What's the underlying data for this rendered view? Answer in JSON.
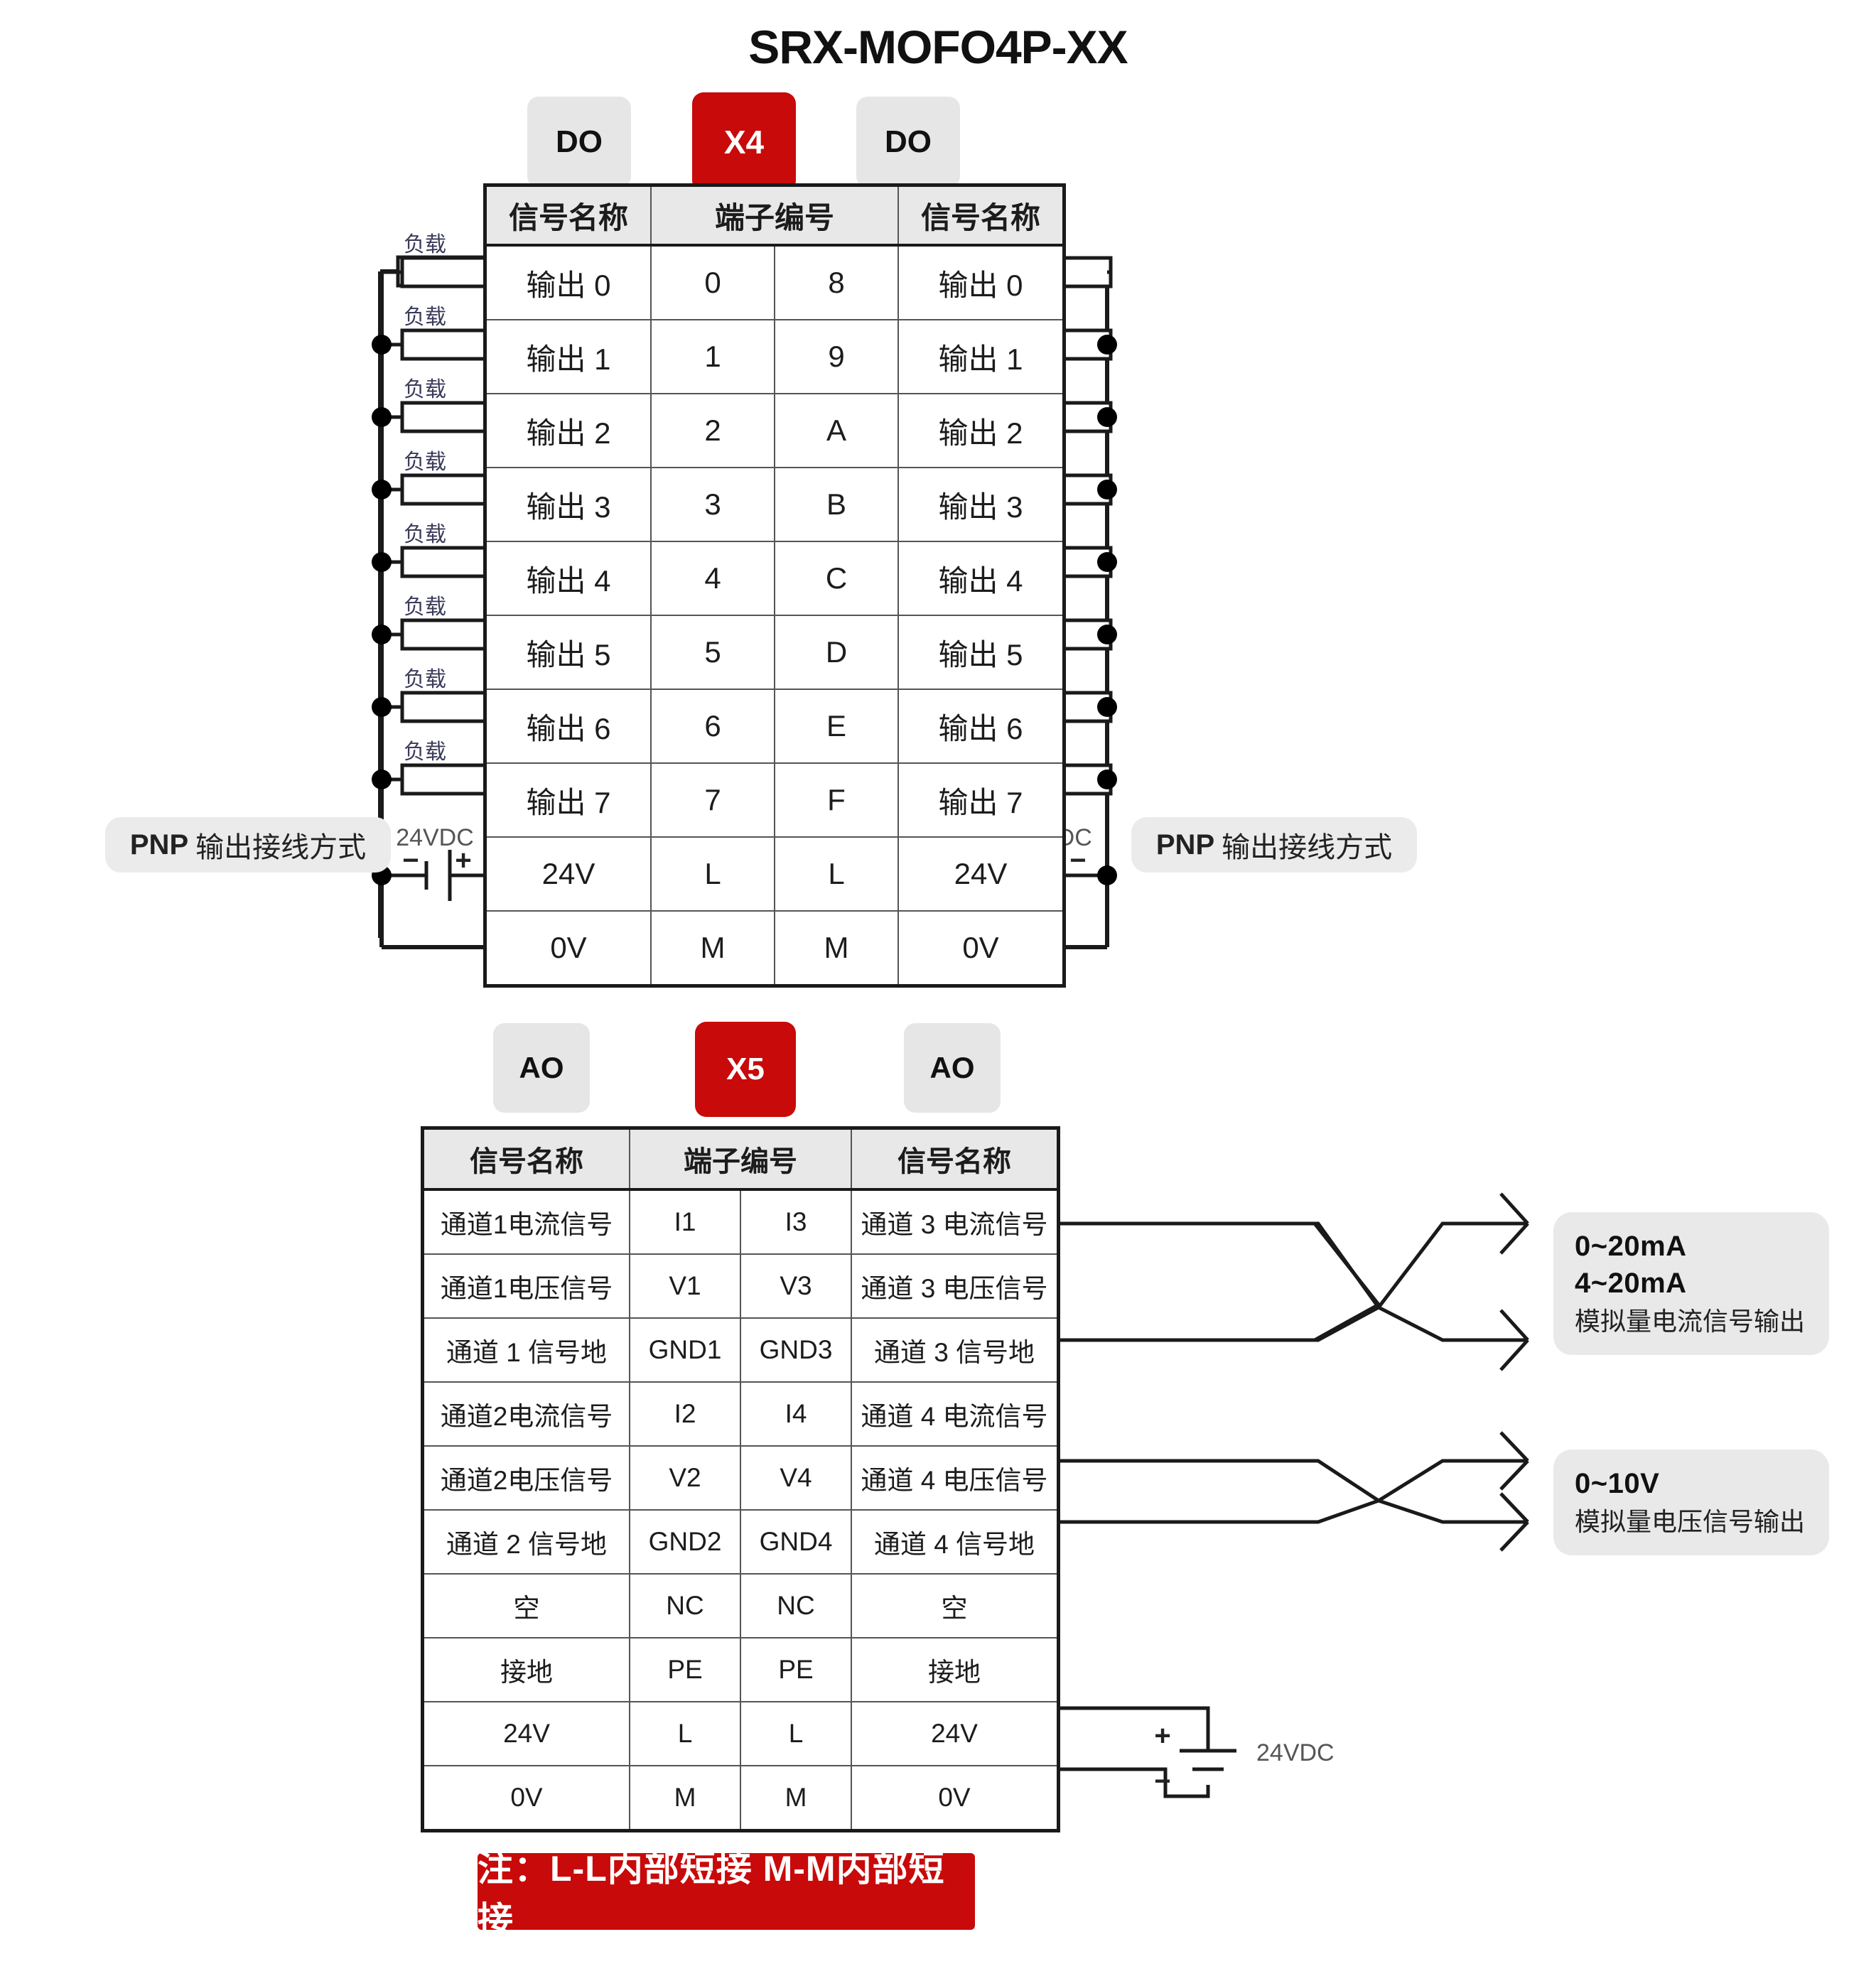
{
  "title": "SRX-MOFO4P-XX",
  "section1": {
    "badges": {
      "left": "DO",
      "center": "X4",
      "right": "DO"
    },
    "table": {
      "headers": [
        "信号名称",
        "端子编号",
        "信号名称"
      ],
      "rows": [
        {
          "left_signal": "输出 0",
          "left_terminal": "0",
          "right_terminal": "8",
          "right_signal": "输出 0"
        },
        {
          "left_signal": "输出 1",
          "left_terminal": "1",
          "right_terminal": "9",
          "right_signal": "输出 1"
        },
        {
          "left_signal": "输出 2",
          "left_terminal": "2",
          "right_terminal": "A",
          "right_signal": "输出 2"
        },
        {
          "left_signal": "输出 3",
          "left_terminal": "3",
          "right_terminal": "B",
          "right_signal": "输出 3"
        },
        {
          "left_signal": "输出 4",
          "left_terminal": "4",
          "right_terminal": "C",
          "right_signal": "输出 4"
        },
        {
          "left_signal": "输出 5",
          "left_terminal": "5",
          "right_terminal": "D",
          "right_signal": "输出 5"
        },
        {
          "left_signal": "输出 6",
          "left_terminal": "6",
          "right_terminal": "E",
          "right_signal": "输出 6"
        },
        {
          "left_signal": "输出 7",
          "left_terminal": "7",
          "right_terminal": "F",
          "right_signal": "输出 7"
        },
        {
          "left_signal": "24V",
          "left_terminal": "L",
          "right_terminal": "L",
          "right_signal": "24V"
        },
        {
          "left_signal": "0V",
          "left_terminal": "M",
          "right_terminal": "M",
          "right_signal": "0V"
        }
      ]
    },
    "wiring": {
      "load_label": "负载",
      "load_count_left": 8,
      "load_count_right": 8,
      "supply_label": "24VDC",
      "plus": "+",
      "minus": "−",
      "left_pill_bold": "PNP",
      "left_pill_text": "输出接线方式",
      "right_pill_bold": "PNP",
      "right_pill_text": "输出接线方式"
    }
  },
  "section2": {
    "badges": {
      "left": "AO",
      "center": "X5",
      "right": "AO"
    },
    "table": {
      "headers": [
        "信号名称",
        "端子编号",
        "信号名称"
      ],
      "rows": [
        {
          "left_signal": "通道1电流信号",
          "left_terminal": "I1",
          "right_terminal": "I3",
          "right_signal": "通道 3 电流信号"
        },
        {
          "left_signal": "通道1电压信号",
          "left_terminal": "V1",
          "right_terminal": "V3",
          "right_signal": "通道 3 电压信号"
        },
        {
          "left_signal": "通道 1 信号地",
          "left_terminal": "GND1",
          "right_terminal": "GND3",
          "right_signal": "通道 3 信号地"
        },
        {
          "left_signal": "通道2电流信号",
          "left_terminal": "I2",
          "right_terminal": "I4",
          "right_signal": "通道 4 电流信号"
        },
        {
          "left_signal": "通道2电压信号",
          "left_terminal": "V2",
          "right_terminal": "V4",
          "right_signal": "通道 4 电压信号"
        },
        {
          "left_signal": "通道 2 信号地",
          "left_terminal": "GND2",
          "right_terminal": "GND4",
          "right_signal": "通道 4 信号地"
        },
        {
          "left_signal": "空",
          "left_terminal": "NC",
          "right_terminal": "NC",
          "right_signal": "空"
        },
        {
          "left_signal": "接地",
          "left_terminal": "PE",
          "right_terminal": "PE",
          "right_signal": "接地"
        },
        {
          "left_signal": "24V",
          "left_terminal": "L",
          "right_terminal": "L",
          "right_signal": "24V"
        },
        {
          "left_signal": "0V",
          "left_terminal": "M",
          "right_terminal": "M",
          "right_signal": "0V"
        }
      ]
    },
    "callout_current": {
      "line1": "0~20mA",
      "line2": "4~20mA",
      "desc": "模拟量电流信号输出"
    },
    "callout_voltage": {
      "line1": "0~10V",
      "desc": "模拟量电压信号输出"
    },
    "supply_label": "24VDC",
    "plus": "+",
    "minus": "−"
  },
  "note": "注：L-L内部短接  M-M内部短接",
  "colors": {
    "accent_red": "#c80a0a",
    "badge_gray": "#e6e6e6",
    "header_gray": "#e8e8e8",
    "line": "#1a1a1a"
  }
}
